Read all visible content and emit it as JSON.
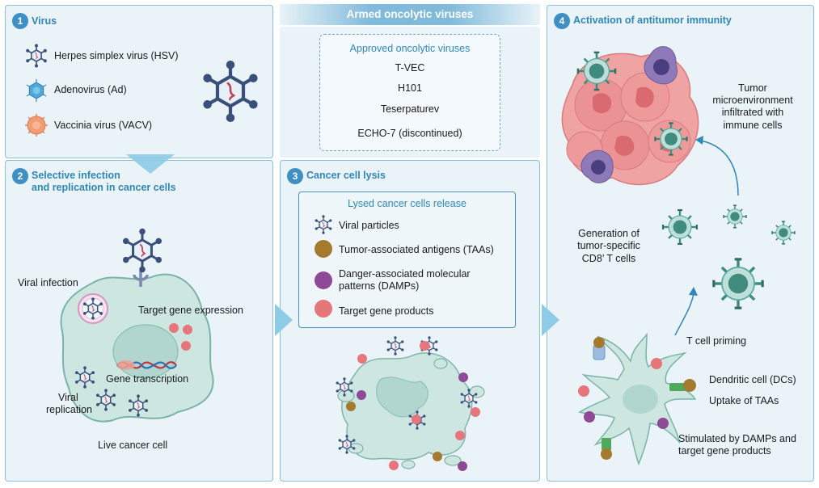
{
  "header": {
    "title": "Armed oncolytic viruses"
  },
  "panel1": {
    "number": "1",
    "title": "Virus",
    "items": [
      "Herpes simplex virus (HSV)",
      "Adenovirus (Ad)",
      "Vaccinia virus (VACV)"
    ]
  },
  "approved": {
    "heading": "Approved oncolytic viruses",
    "items": [
      "T-VEC",
      "H101",
      "Teserpaturev",
      "ECHO-7 (discontinued)"
    ]
  },
  "panel2": {
    "number": "2",
    "title_line1": "Selective infection",
    "title_line2": "and replication in cancer cells",
    "viral_infection": "Viral infection",
    "target_gene_expression": "Target gene expression",
    "gene_transcription": "Gene transcription",
    "viral_replication_line1": "Viral",
    "viral_replication_line2": "replication",
    "live_cancer_cell": "Live cancer cell"
  },
  "panel3": {
    "number": "3",
    "title": "Cancer cell lysis",
    "release_heading": "Lysed cancer cells release",
    "items": [
      {
        "line1": "Viral particles",
        "line2": ""
      },
      {
        "line1": "Tumor-associated antigens (TAAs)",
        "line2": ""
      },
      {
        "line1": "Danger-associated molecular",
        "line2": "patterns (DAMPs)"
      },
      {
        "line1": "Target gene products",
        "line2": ""
      }
    ]
  },
  "panel4": {
    "number": "4",
    "title": "Activation of antitumor immunity",
    "tme_line1": "Tumor",
    "tme_line2": "microenvironment",
    "tme_line3": "infiltrated with",
    "tme_line4": "immune cells",
    "gen_line1": "Generation of",
    "gen_line2": "tumor-specific",
    "gen_line3": "CD8’ T cells",
    "t_cell_priming": "T cell priming",
    "dendritic_cell": "Dendritic cell (DCs)",
    "uptake": "Uptake of TAAs",
    "stim_line1": "Stimulated by DAMPs and",
    "stim_line2": "target gene products"
  },
  "colors": {
    "panel_bg": "#e9f3f8",
    "panel_border": "#8bbdd6",
    "title_blue": "#2f86b8",
    "virus_navy": "#3a4f7a",
    "taa_brown": "#a57a2e",
    "damp_purple": "#8e4a97",
    "target_red": "#e6757c",
    "tumor_pink": "#e98d8e",
    "t_cell_teal": "#5aa89e"
  },
  "icons": [
    "virus-hexagon-icon",
    "adenovirus-icon",
    "vaccinia-icon",
    "dna-helix-icon",
    "t-cell-icon",
    "dendritic-cell-icon"
  ]
}
